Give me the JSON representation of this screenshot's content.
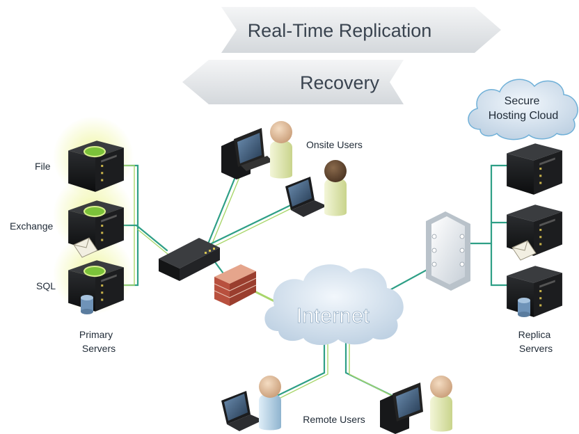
{
  "flows": {
    "replication": "Real-Time Replication",
    "recovery": "Recovery"
  },
  "clouds": {
    "hosting_line1": "Secure",
    "hosting_line2": "Hosting Cloud",
    "internet": "Internet"
  },
  "servers": {
    "file": "File",
    "exchange": "Exchange",
    "sql": "SQL",
    "primary_line1": "Primary",
    "primary_line2": "Servers",
    "replica_line1": "Replica",
    "replica_line2": "Servers"
  },
  "users": {
    "onsite": "Onsite Users",
    "remote": "Remote Users"
  },
  "colors": {
    "link": "#2e9f86",
    "highlight": "#e4f08a",
    "arrow": "#e1e4e7",
    "cloud": "#dbe7f2",
    "firewall": "#b8503e"
  }
}
